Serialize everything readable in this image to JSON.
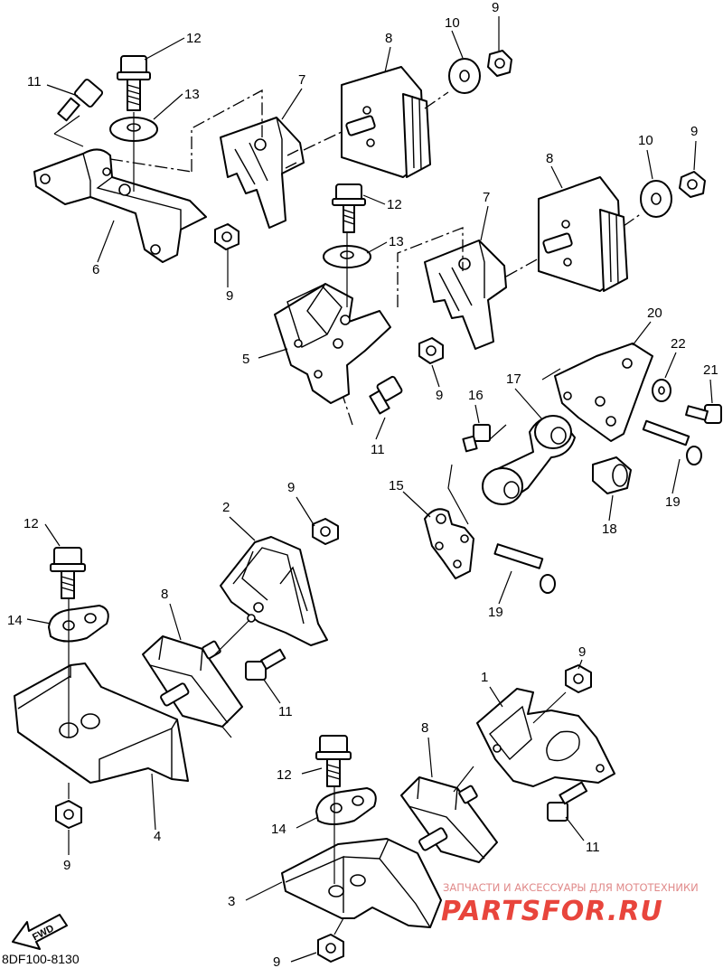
{
  "diagram": {
    "code": "8DF100-8130",
    "fwd_label": "FWD",
    "watermark": {
      "tagline": "ЗАПЧАСТИ И АКСЕССУАРЫ ДЛЯ МОТОТЕХНИКИ",
      "brand": "PARTSFOR.RU"
    },
    "callouts": {
      "c12a": "12",
      "c11a": "11",
      "c13a": "13",
      "c6": "6",
      "c9a": "9",
      "c7a": "7",
      "c8a": "8",
      "c10a": "10",
      "c9b": "9",
      "c12b": "12",
      "c13b": "13",
      "c5": "5",
      "c11b": "11",
      "c9c": "9",
      "c7b": "7",
      "c8b": "8",
      "c10b": "10",
      "c9d": "9",
      "c20": "20",
      "c22": "22",
      "c21": "21",
      "c17": "17",
      "c16": "16",
      "c19a": "19",
      "c18": "18",
      "c15": "15",
      "c19b": "19",
      "c12c": "12",
      "c14a": "14",
      "c8c": "8",
      "c2": "2",
      "c9e": "9",
      "c11c": "11",
      "c4": "4",
      "c9f": "9",
      "c9g": "9",
      "c1": "1",
      "c8d": "8",
      "c12d": "12",
      "c14b": "14",
      "c11d": "11",
      "c3": "3",
      "c9h": "9"
    }
  }
}
